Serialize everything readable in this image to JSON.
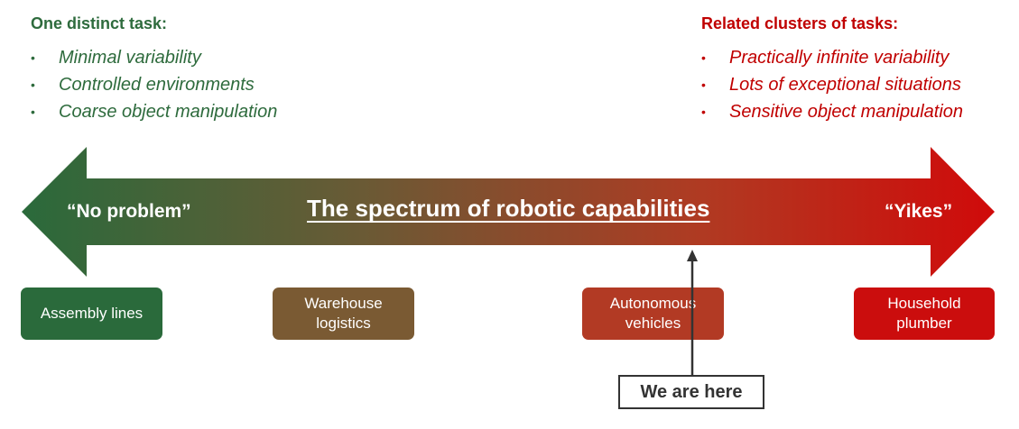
{
  "left_column": {
    "heading": "One distinct task:",
    "items": [
      "Minimal variability",
      "Controlled environments",
      "Coarse object manipulation"
    ],
    "color": "#2e6b3d"
  },
  "right_column": {
    "heading": "Related clusters of tasks:",
    "items": [
      "Practically infinite variability",
      "Lots of exceptional situations",
      "Sensitive object manipulation"
    ],
    "color": "#c00000"
  },
  "bullet": "•",
  "arrow": {
    "left_label": "“No problem”",
    "title": "The spectrum of robotic capabilities",
    "right_label": "“Yikes”",
    "gradient_start": "#2a6a3b",
    "gradient_end": "#d00a0a"
  },
  "boxes": {
    "assembly": "Assembly lines",
    "warehouse": "Warehouse logistics",
    "vehicles": "Autonomous vehicles",
    "plumber": "Household plumber"
  },
  "marker": {
    "label": "We are here"
  }
}
